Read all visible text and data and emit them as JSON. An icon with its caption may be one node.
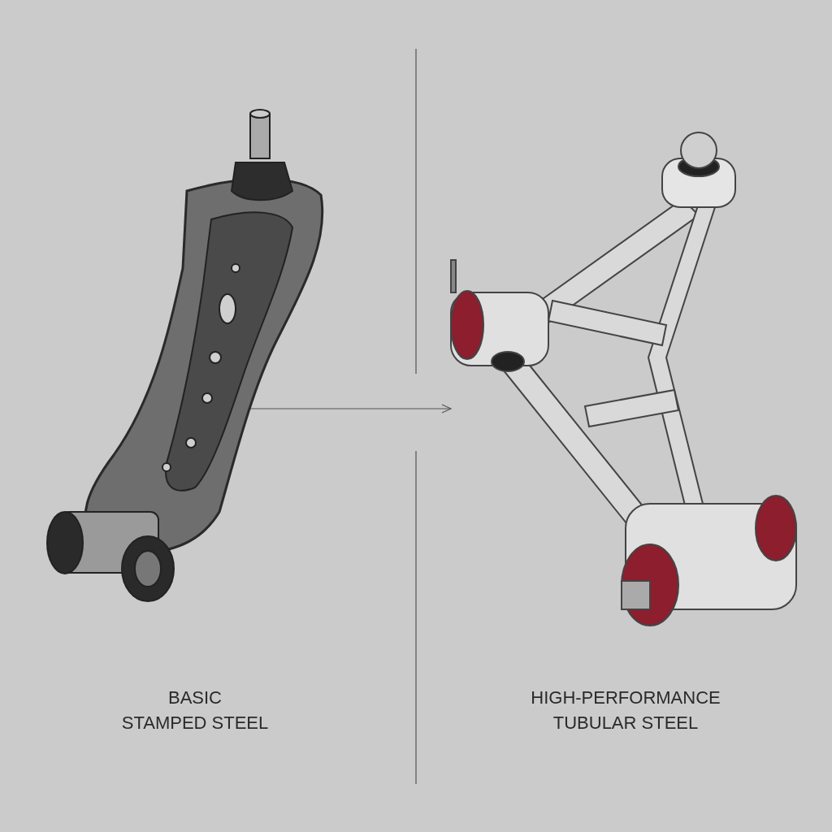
{
  "diagram": {
    "nodes": [
      {
        "text": [],
        "shape": "picture"
      },
      {
        "text": [],
        "shape": "picture"
      }
    ],
    "edges": [
      {
        "from": 0,
        "to": 1,
        "arrow": "to"
      }
    ],
    "labels": [
      "BASIC STAMPED STEEL",
      "HIGH-PERFORMANCE TUBULAR STEEL"
    ]
  }
}
